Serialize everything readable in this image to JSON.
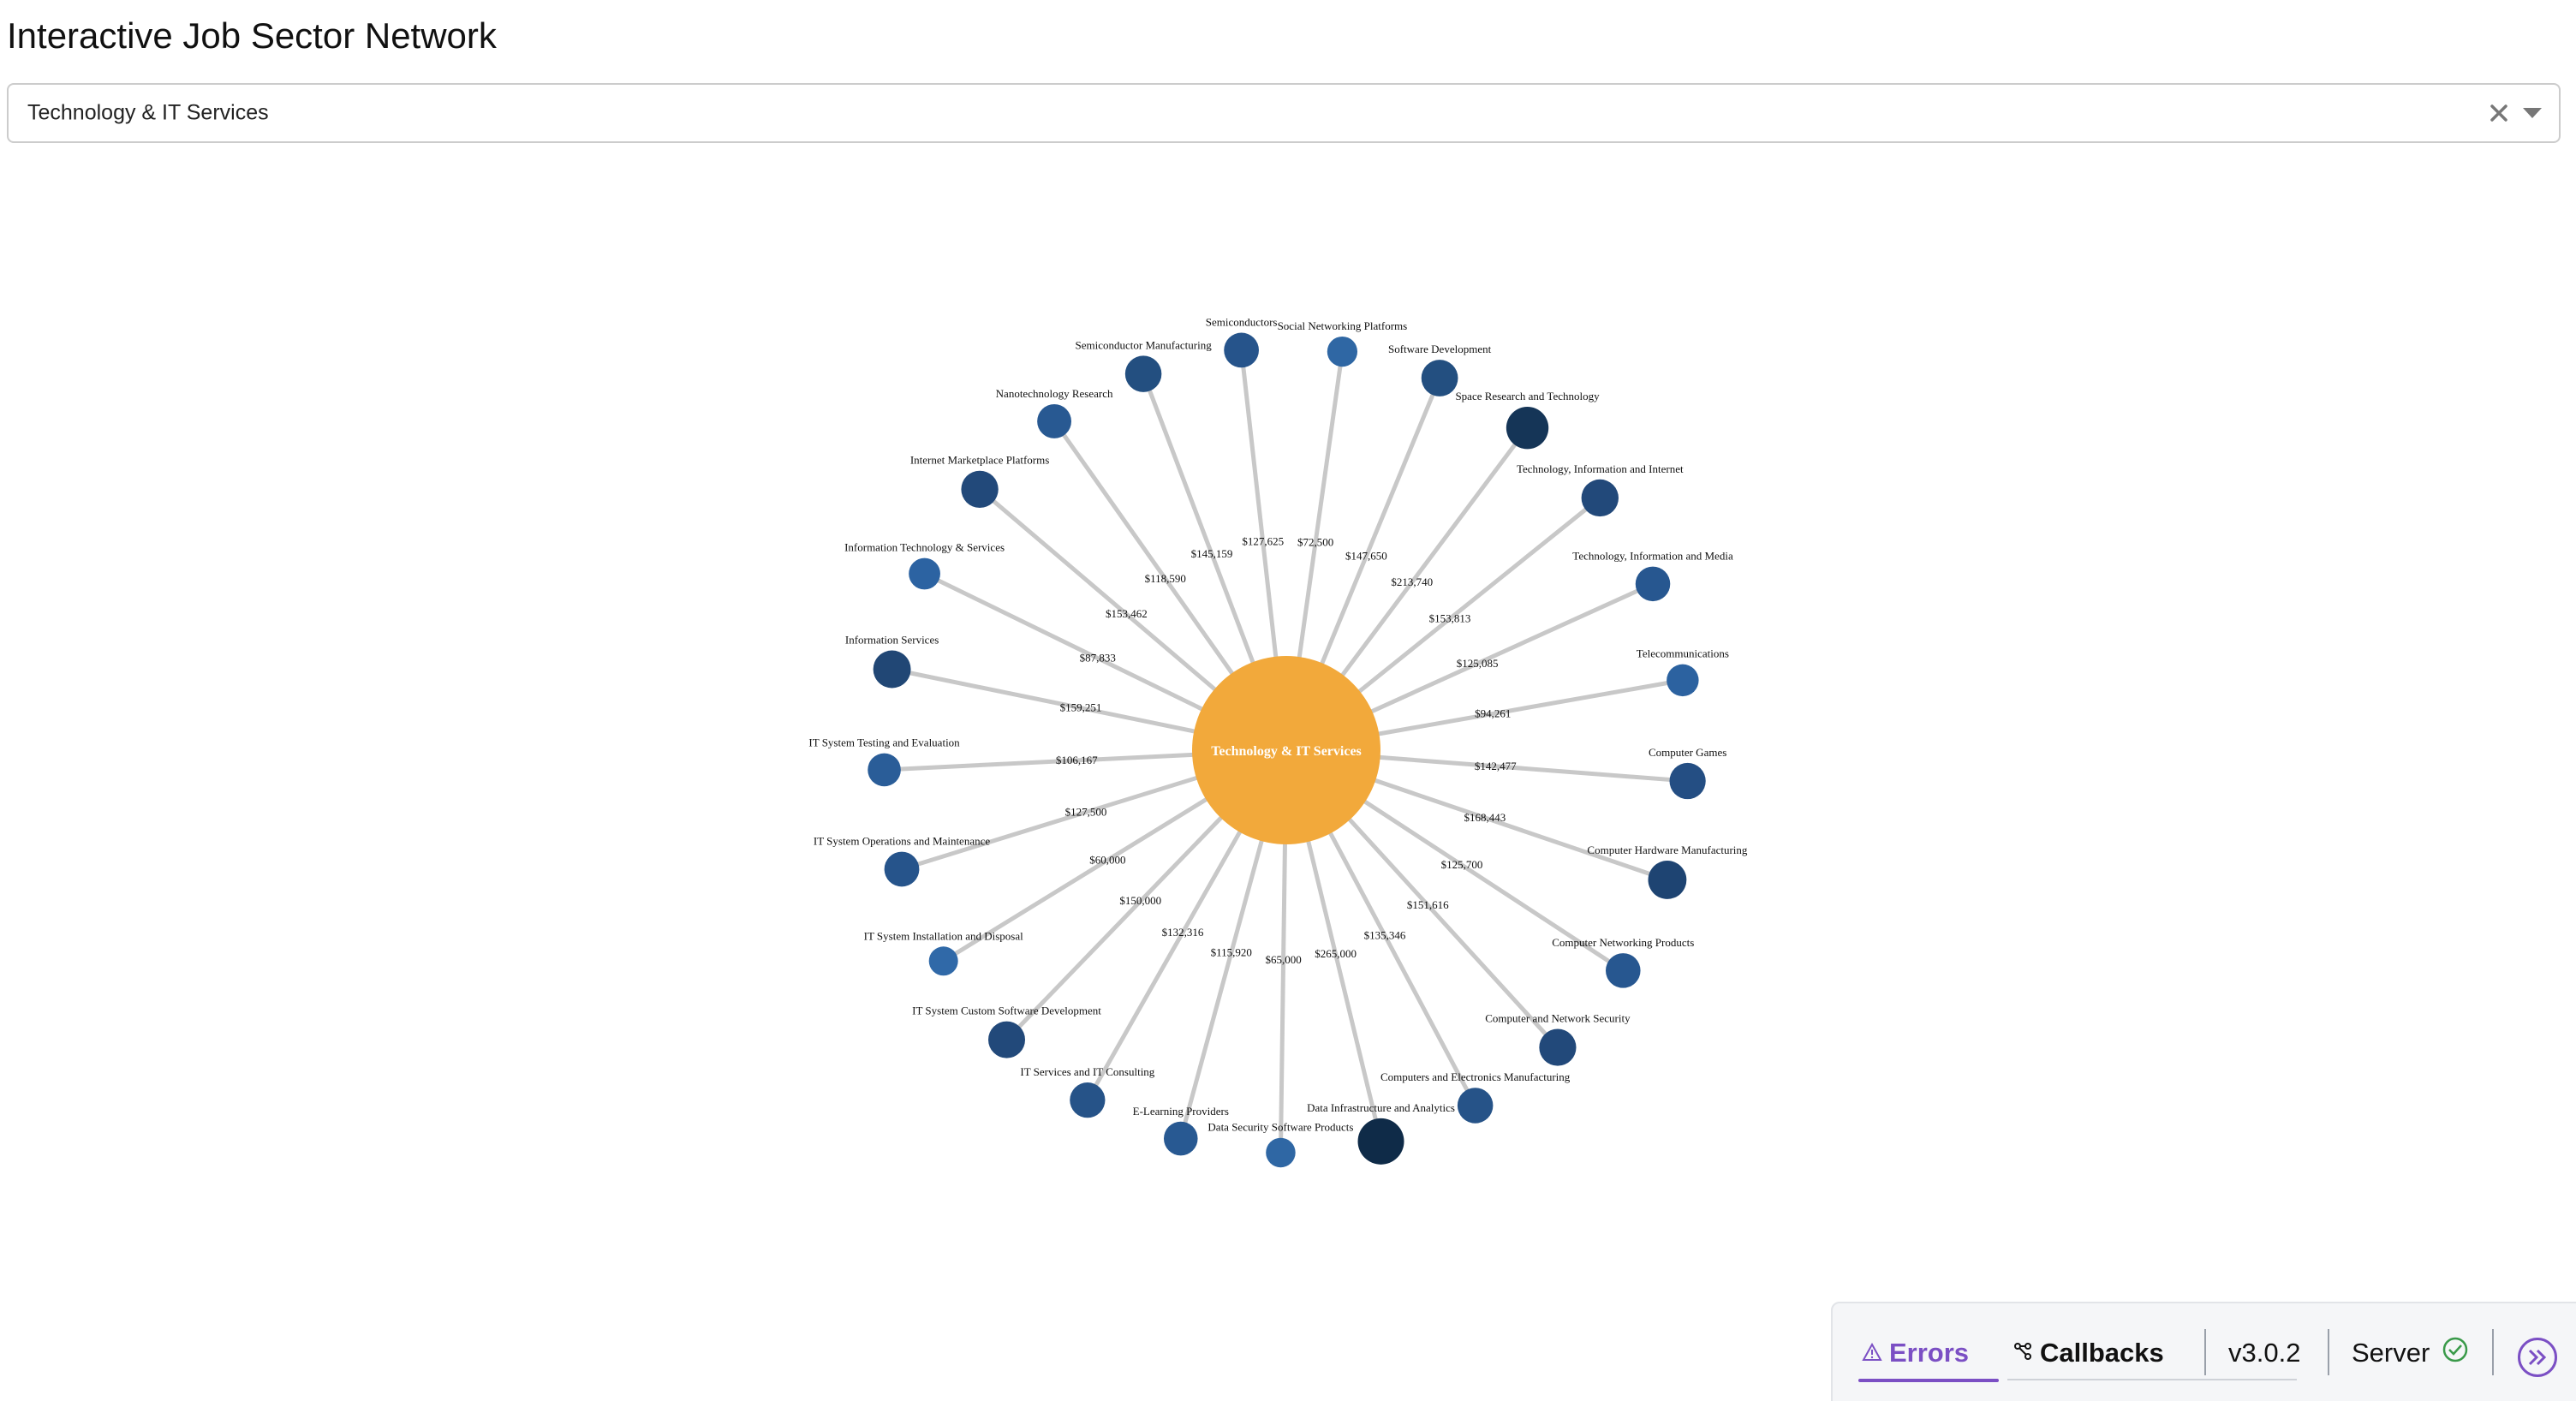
{
  "page": {
    "title": "Interactive Job Sector Network"
  },
  "dropdown": {
    "selected": "Technology & IT Services",
    "clear_icon": "close-icon",
    "arrow_icon": "caret-down-icon"
  },
  "network": {
    "center": {
      "label": "Technology & IT Services",
      "color": "#f2a93b"
    },
    "edge_color": "#c8c8c8",
    "nodes": [
      {
        "label": "Social Networking Platforms",
        "salary": "$72,500",
        "color": "#2f67a4"
      },
      {
        "label": "Software Development",
        "salary": "$147,650",
        "color": "#234f80"
      },
      {
        "label": "Space Research and Technology",
        "salary": "$213,740",
        "color": "#153557"
      },
      {
        "label": "Technology, Information and Internet",
        "salary": "$153,813",
        "color": "#22497a"
      },
      {
        "label": "Technology, Information and Media",
        "salary": "$125,085",
        "color": "#275790"
      },
      {
        "label": "Telecommunications",
        "salary": "$94,261",
        "color": "#2c62a0"
      },
      {
        "label": "Computer Games",
        "salary": "$142,477",
        "color": "#244e83"
      },
      {
        "label": "Computer Hardware Manufacturing",
        "salary": "$168,443",
        "color": "#1e4472"
      },
      {
        "label": "Computer Networking Products",
        "salary": "$125,700",
        "color": "#275790"
      },
      {
        "label": "Computer and Network Security",
        "salary": "$151,616",
        "color": "#22497a"
      },
      {
        "label": "Computers and Electronics Manufacturing",
        "salary": "$135,346",
        "color": "#265388"
      },
      {
        "label": "Data Infrastructure and Analytics",
        "salary": "$265,000",
        "color": "#0f2b48"
      },
      {
        "label": "Data Security Software Products",
        "salary": "$65,000",
        "color": "#2f67a4"
      },
      {
        "label": "E-Learning Providers",
        "salary": "$115,920",
        "color": "#285992"
      },
      {
        "label": "IT Services and IT Consulting",
        "salary": "$132,316",
        "color": "#265388"
      },
      {
        "label": "IT System Custom Software Development",
        "salary": "$150,000",
        "color": "#22497a"
      },
      {
        "label": "IT System Installation and Disposal",
        "salary": "$60,000",
        "color": "#3069a8"
      },
      {
        "label": "IT System Operations and Maintenance",
        "salary": "$127,500",
        "color": "#26548b"
      },
      {
        "label": "IT System Testing and Evaluation",
        "salary": "$106,167",
        "color": "#2a5d98"
      },
      {
        "label": "Information Services",
        "salary": "$159,251",
        "color": "#214775"
      },
      {
        "label": "Information Technology & Services",
        "salary": "$87,833",
        "color": "#2c63a2"
      },
      {
        "label": "Internet Marketplace Platforms",
        "salary": "$153,462",
        "color": "#22497a"
      },
      {
        "label": "Nanotechnology Research",
        "salary": "$118,590",
        "color": "#285992"
      },
      {
        "label": "Semiconductor Manufacturing",
        "salary": "$145,159",
        "color": "#234f80"
      },
      {
        "label": "Semiconductors",
        "salary": "$127,625",
        "color": "#26548b"
      }
    ]
  },
  "debug_bar": {
    "errors_label": "Errors",
    "callbacks_label": "Callbacks",
    "version": "v3.0.2",
    "server_label": "Server",
    "accent_color": "#7b4fc4",
    "status_color": "#3a9a4a",
    "errors_icon": "warning-icon",
    "callbacks_icon": "callbacks-icon",
    "server_icon": "check-circle-icon",
    "toggle_icon": "double-chevron-right-icon"
  }
}
